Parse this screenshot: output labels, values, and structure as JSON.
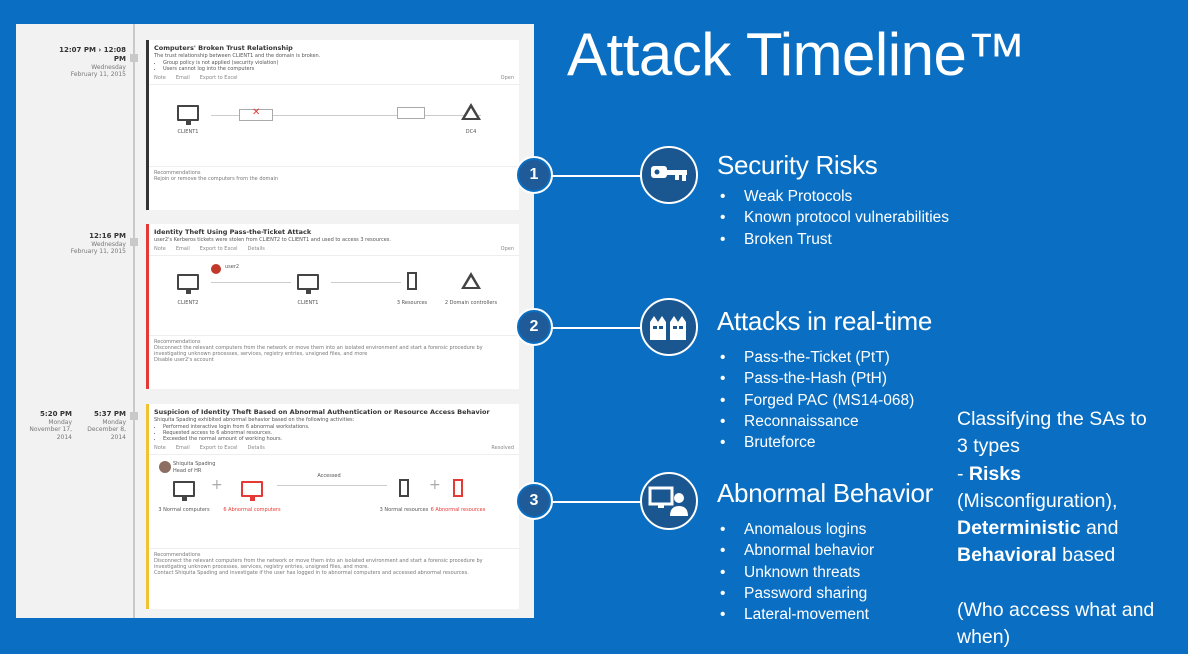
{
  "title": "Attack Timeline™",
  "sections": [
    {
      "number": "1",
      "heading": "Security Risks",
      "icon": "key-icon",
      "items": [
        "Weak Protocols",
        "Known protocol vulnerabilities",
        "Broken Trust"
      ]
    },
    {
      "number": "2",
      "heading": "Attacks in real-time",
      "icon": "attackers-icon",
      "items": [
        "Pass-the-Ticket (PtT)",
        "Pass-the-Hash (PtH)",
        "Forged PAC (MS14-068)",
        "Reconnaissance",
        "Bruteforce"
      ]
    },
    {
      "number": "3",
      "heading": "Abnormal Behavior",
      "icon": "user-computer-icon",
      "items": [
        "Anomalous logins",
        "Abnormal behavior",
        "Unknown threats",
        "Password sharing",
        "Lateral-movement"
      ]
    }
  ],
  "note": {
    "line1": "Classifying the SAs to",
    "line2": "3 types",
    "line3_prefix": "- ",
    "risks": "Risks",
    "line4": "(Misconfiguration),",
    "deterministic": "Deterministic",
    "and": " and",
    "behavioral": "Behavioral",
    "based": " based",
    "line7": "(Who access what and",
    "line8": "when)"
  },
  "timeline": {
    "card1": {
      "time": "12:07 PM",
      "time_to": "12:08 PM",
      "day": "Wednesday",
      "date": "February 11, 2015",
      "title": "Computers' Broken Trust Relationship",
      "desc": "The trust relationship between CLIENT1 and the domain is broken.",
      "bullets": [
        "Group policy is not applied (security violation)",
        "Users cannot log into the computers"
      ],
      "actions": [
        "Note",
        "Email",
        "Export to Excel",
        "Open"
      ],
      "left_node": "CLIENT1",
      "right_node": "DC4",
      "rec_title": "Recommendations",
      "rec": "Rejoin or remove the computers from the domain"
    },
    "card2": {
      "time": "12:16 PM",
      "day": "Wednesday",
      "date": "February 11, 2015",
      "title": "Identity Theft Using Pass-the-Ticket Attack",
      "desc": "user2's Kerberos tickets were stolen from CLIENT2 to CLIENT1 and used to access 3 resources.",
      "actions": [
        "Note",
        "Email",
        "Export to Excel",
        "Details",
        "Open"
      ],
      "user": "user2",
      "n1": "CLIENT2",
      "n2": "CLIENT1",
      "n3": "3 Resources",
      "n4": "2 Domain controllers",
      "rec_title": "Recommendations",
      "rec1": "Disconnect the relevant computers from the network or move them into an isolated environment and start a forensic procedure by investigating unknown processes, services, registry entries, unsigned files, and more",
      "rec2": "Disable user2's account"
    },
    "card3": {
      "time": "5:20 PM",
      "day": "Monday",
      "date": "November 17, 2014",
      "time_to": "5:37 PM",
      "day_to": "Monday",
      "date_to": "December 8, 2014",
      "title": "Suspicion of Identity Theft Based on Abnormal Authentication or Resource Access Behavior",
      "desc": "Shiquita Spading exhibited abnormal behavior based on the following activities:",
      "bullets": [
        "Performed interactive login from 6 abnormal workstations.",
        "Requested access to 6 abnormal resources.",
        "Exceeded the normal amount of working hours."
      ],
      "actions": [
        "Note",
        "Email",
        "Export to Excel",
        "Details",
        "Resolved"
      ],
      "user": "Shiquita Spading",
      "user_role": "Head of HR",
      "accessed": "Accessed",
      "a": "3 Normal computers",
      "b": "6 Abnormal computers",
      "c": "3 Normal resources",
      "d": "6 Abnormal resources",
      "rec_title": "Recommendations",
      "rec1": "Disconnect the relevant computers from the network or move them into an isolated environment and start a forensic procedure by investigating unknown processes, services, registry entries, unsigned files, and more.",
      "rec2": "Contact Shiquita Spading and investigate if the user has logged in to abnormal computers and accessed abnormal resources."
    }
  },
  "colors": {
    "background": "#0a6fc2",
    "card1_accent": "#333333",
    "card2_accent": "#e53935",
    "card3_accent": "#f2c230",
    "abnormal": "#e53935"
  }
}
